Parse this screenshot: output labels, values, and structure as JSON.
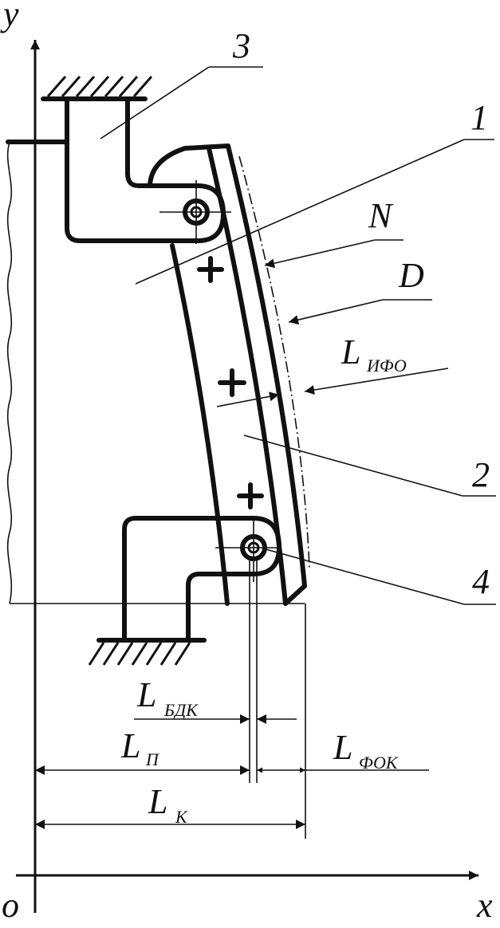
{
  "axes": {
    "x": "x",
    "y": "y",
    "origin": "o"
  },
  "callouts": {
    "n1": "1",
    "n2": "2",
    "n3": "3",
    "n4": "4",
    "N": "N",
    "D": "D"
  },
  "dimensions": {
    "L_IFO": {
      "main": "L",
      "sub": "ИФО"
    },
    "L_BDK": {
      "main": "L",
      "sub": "БДК"
    },
    "L_P": {
      "main": "L",
      "sub": "П"
    },
    "L_FOK": {
      "main": "L",
      "sub": "ФОК"
    },
    "L_K": {
      "main": "L",
      "sub": "К"
    }
  },
  "colors": {
    "ink": "#111111",
    "background": "#ffffff"
  }
}
